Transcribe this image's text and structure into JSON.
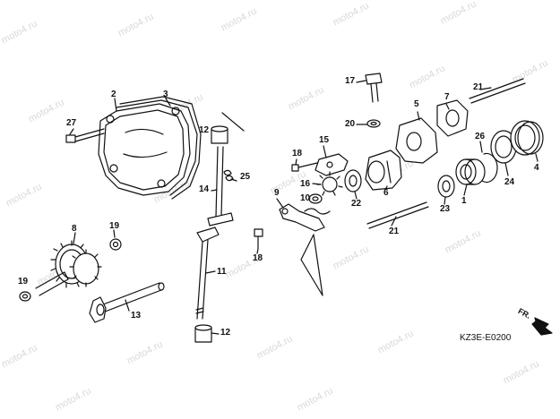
{
  "watermark": "moto4.ru",
  "diagram_code": "KZ3E-E0200",
  "front_label": "FR.",
  "callouts": {
    "c1": "1",
    "c2": "2",
    "c3": "3",
    "c4": "4",
    "c5": "5",
    "c6": "6",
    "c7": "7",
    "c8": "8",
    "c9": "9",
    "c10": "10",
    "c11": "11",
    "c12a": "12",
    "c12b": "12",
    "c13": "13",
    "c14": "14",
    "c15": "15",
    "c16": "16",
    "c17": "17",
    "c18a": "18",
    "c18b": "18",
    "c19a": "19",
    "c19b": "19",
    "c20": "20",
    "c21a": "21",
    "c21b": "21",
    "c22": "22",
    "c23": "23",
    "c24": "24",
    "c25": "25",
    "c26": "26",
    "c27": "27"
  }
}
